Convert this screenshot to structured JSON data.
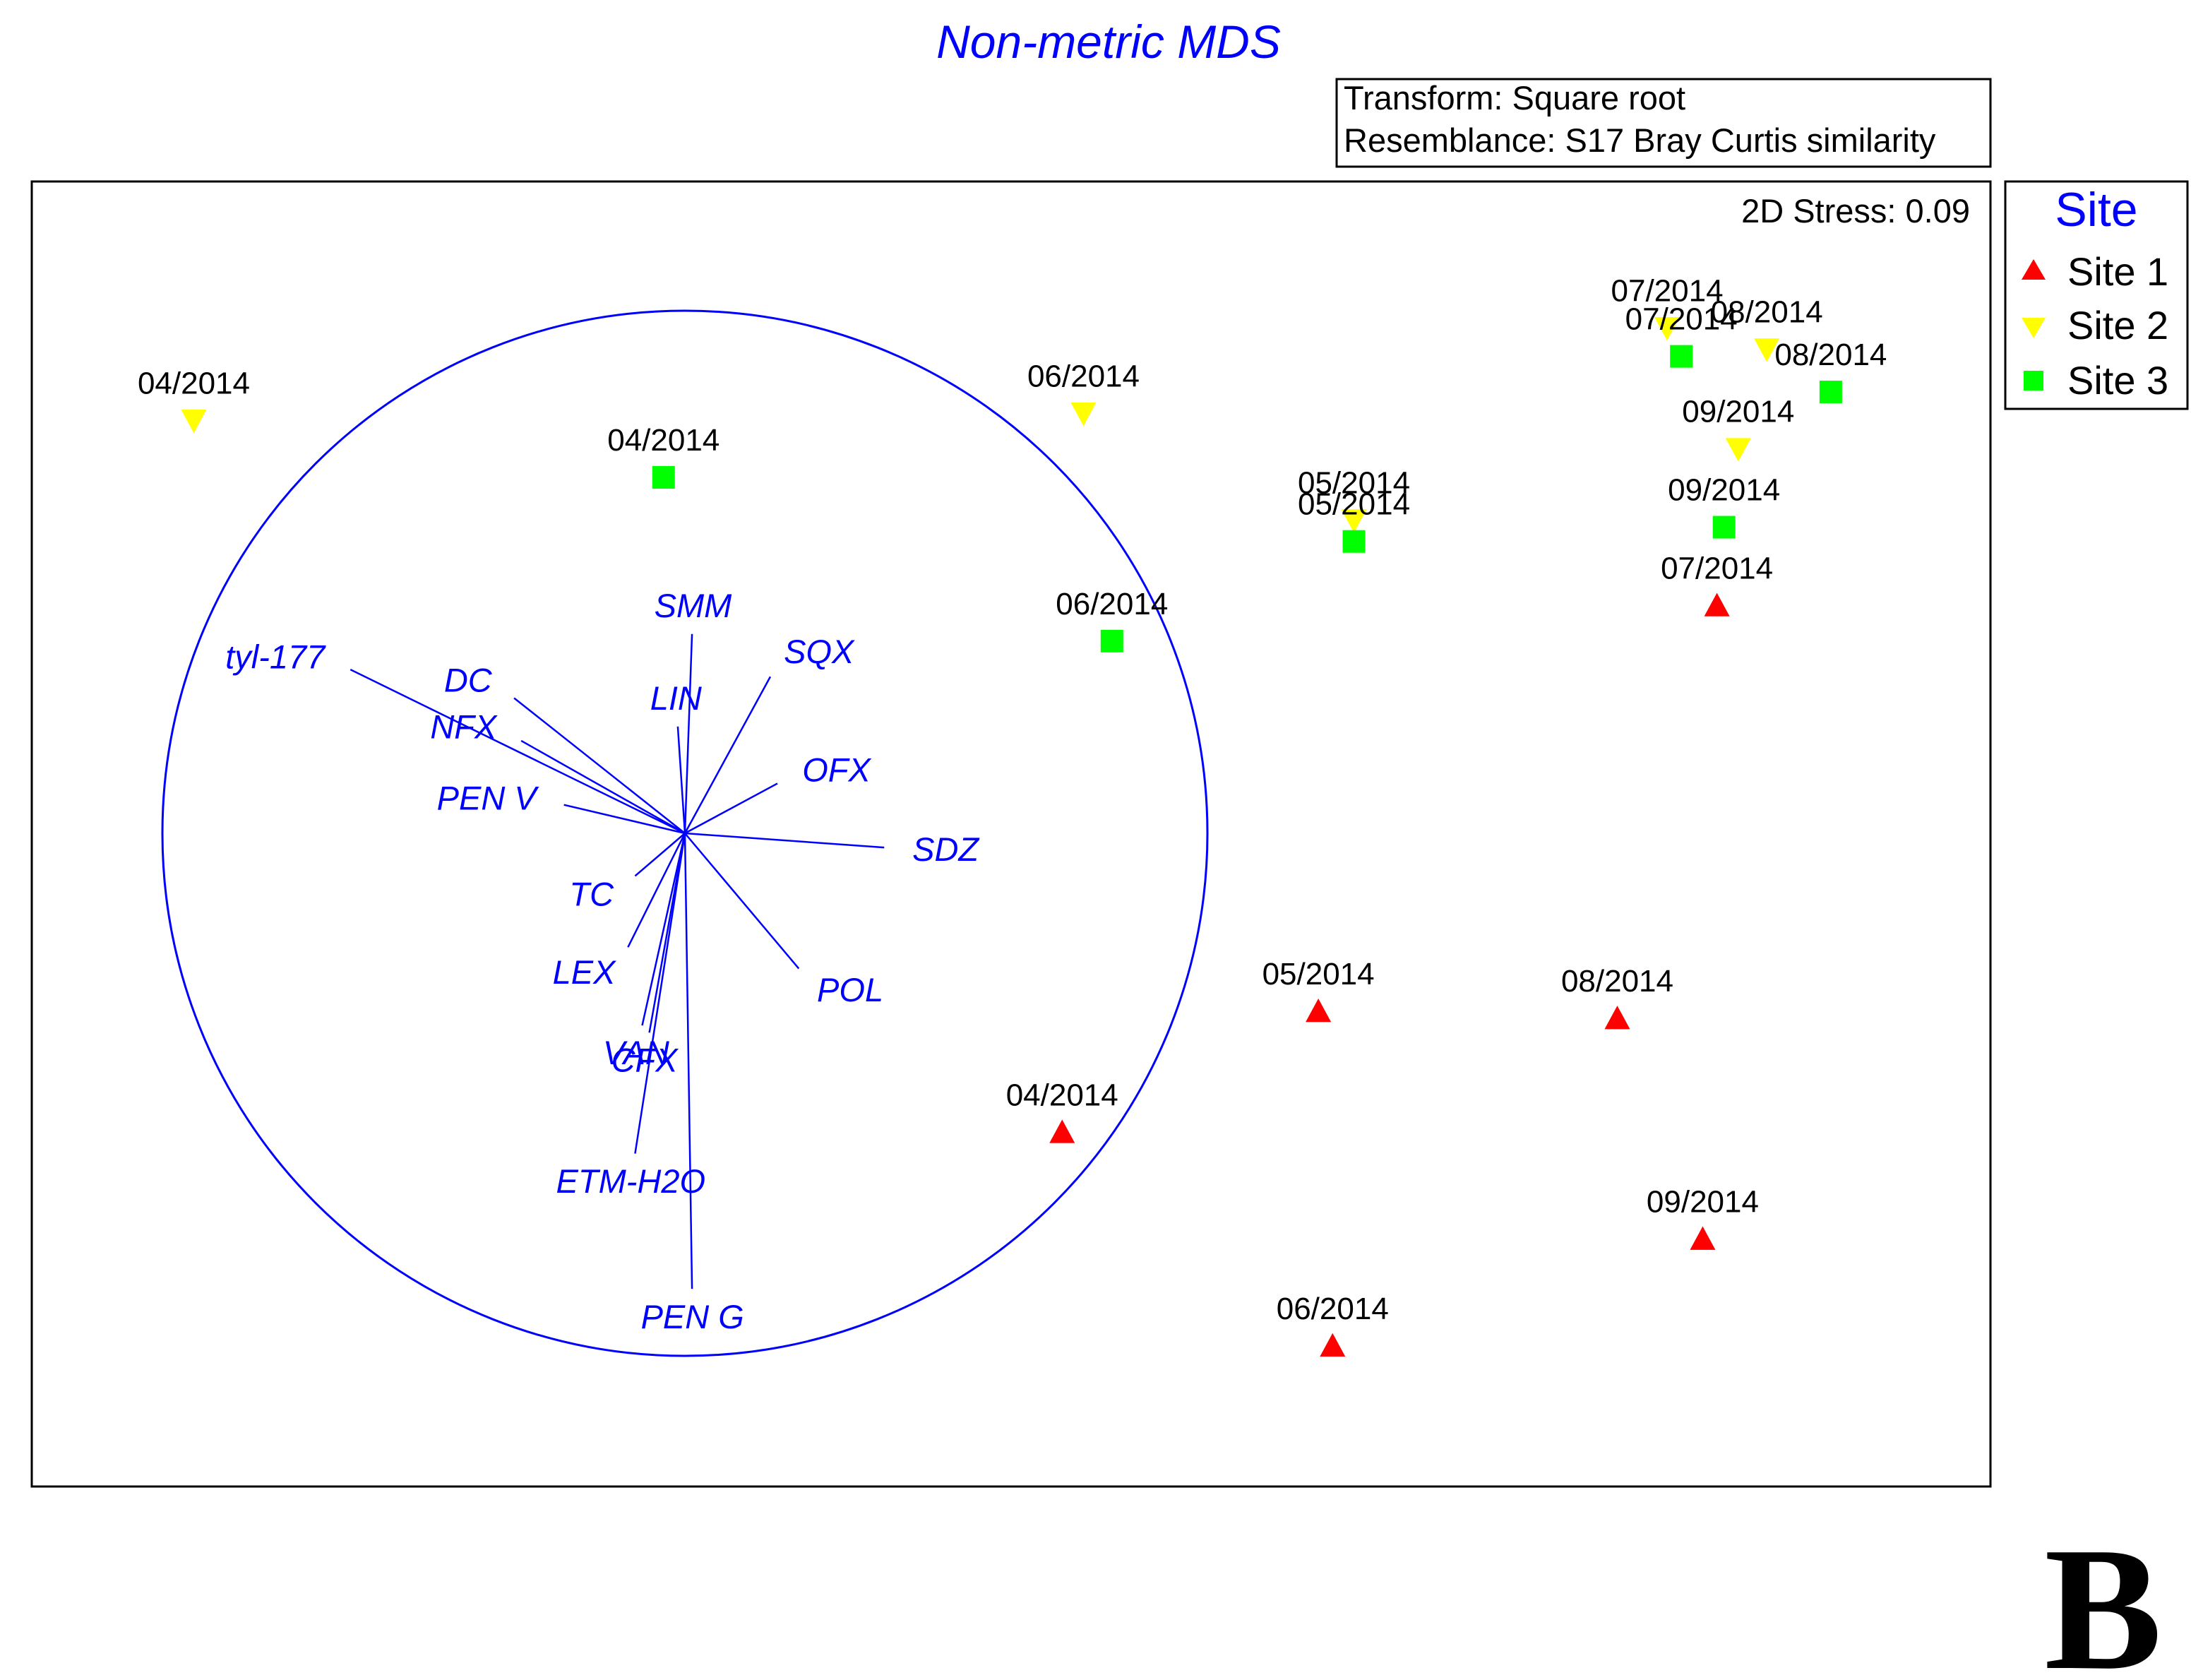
{
  "chart_data": {
    "type": "scatter",
    "title": "Non-metric MDS",
    "info_box": {
      "transform": "Transform: Square root",
      "resemblance": "Resemblance: S17 Bray Curtis similarity"
    },
    "stress": "2D Stress: 0.09",
    "legend": {
      "title": "Site",
      "position": "right",
      "entries": [
        {
          "label": "Site 1",
          "marker": "triangle-up",
          "color": "#ff0000"
        },
        {
          "label": "Site 2",
          "marker": "triangle-down",
          "color": "#ffff00"
        },
        {
          "label": "Site 3",
          "marker": "square",
          "color": "#00ff00"
        }
      ]
    },
    "axes_shown": false,
    "xlim": [
      -1.25,
      1.5
    ],
    "ylim": [
      -1.1,
      1.1
    ],
    "vector_circle": {
      "center": [
        0,
        0
      ],
      "radius": 0.734
    },
    "series": [
      {
        "name": "Site 1",
        "marker": "triangle-up",
        "color": "#ff0000",
        "points": [
          {
            "label": "04/2014",
            "x": 0.53,
            "y": -0.42
          },
          {
            "label": "05/2014",
            "x": 0.89,
            "y": -0.25
          },
          {
            "label": "06/2014",
            "x": 0.91,
            "y": -0.72
          },
          {
            "label": "07/2014",
            "x": 1.45,
            "y": 0.32
          },
          {
            "label": "08/2014",
            "x": 1.31,
            "y": -0.26
          },
          {
            "label": "09/2014",
            "x": 1.43,
            "y": -0.57
          }
        ]
      },
      {
        "name": "Site 2",
        "marker": "triangle-down",
        "color": "#ffff00",
        "points": [
          {
            "label": "04/2014",
            "x": -0.69,
            "y": 0.58
          },
          {
            "label": "05/2014",
            "x": 0.94,
            "y": 0.44
          },
          {
            "label": "06/2014",
            "x": 0.56,
            "y": 0.59
          },
          {
            "label": "07/2014",
            "x": 1.38,
            "y": 0.71
          },
          {
            "label": "08/2014",
            "x": 1.52,
            "y": 0.68
          },
          {
            "label": "09/2014",
            "x": 1.48,
            "y": 0.54
          }
        ]
      },
      {
        "name": "Site 3",
        "marker": "square",
        "color": "#00ff00",
        "points": [
          {
            "label": "04/2014",
            "x": -0.03,
            "y": 0.5
          },
          {
            "label": "05/2014",
            "x": 0.94,
            "y": 0.41
          },
          {
            "label": "06/2014",
            "x": 0.6,
            "y": 0.27
          },
          {
            "label": "07/2014",
            "x": 1.4,
            "y": 0.67
          },
          {
            "label": "08/2014",
            "x": 1.61,
            "y": 0.62
          },
          {
            "label": "09/2014",
            "x": 1.46,
            "y": 0.43
          }
        ]
      }
    ],
    "vectors": [
      {
        "label": "tyl-177",
        "x": -0.47,
        "y": 0.23
      },
      {
        "label": "DC",
        "x": -0.24,
        "y": 0.19
      },
      {
        "label": "NFX",
        "x": -0.23,
        "y": 0.13
      },
      {
        "label": "PEN V",
        "x": -0.17,
        "y": 0.04
      },
      {
        "label": "SMM",
        "x": 0.01,
        "y": 0.28
      },
      {
        "label": "LIN",
        "x": -0.01,
        "y": 0.15
      },
      {
        "label": "SQX",
        "x": 0.12,
        "y": 0.22
      },
      {
        "label": "OFX",
        "x": 0.13,
        "y": 0.07
      },
      {
        "label": "SDZ",
        "x": 0.28,
        "y": -0.02
      },
      {
        "label": "POL",
        "x": 0.16,
        "y": -0.19
      },
      {
        "label": "TC",
        "x": -0.07,
        "y": -0.06
      },
      {
        "label": "LEX",
        "x": -0.08,
        "y": -0.16
      },
      {
        "label": "VAN",
        "x": -0.06,
        "y": -0.27
      },
      {
        "label": "CFX",
        "x": -0.05,
        "y": -0.28
      },
      {
        "label": "ETM-H2O",
        "x": -0.07,
        "y": -0.45
      },
      {
        "label": "PEN G",
        "x": 0.01,
        "y": -0.64
      }
    ]
  },
  "panel_letter": "B"
}
